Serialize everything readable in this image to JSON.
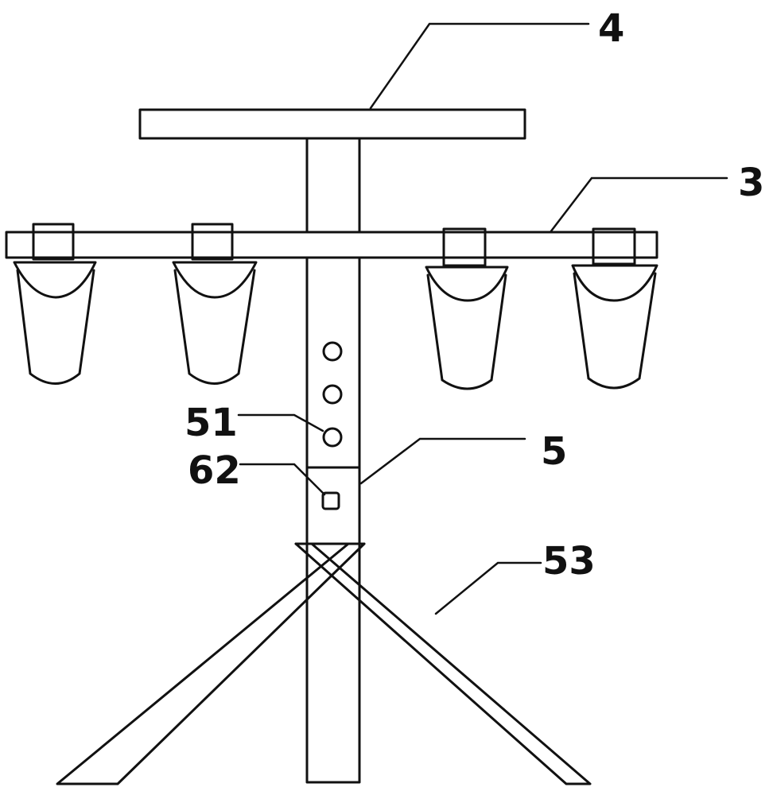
{
  "labels": {
    "top_plate": "4",
    "crossbar": "3",
    "column": "5",
    "holes": "51",
    "knob": "62",
    "legs": "53"
  }
}
